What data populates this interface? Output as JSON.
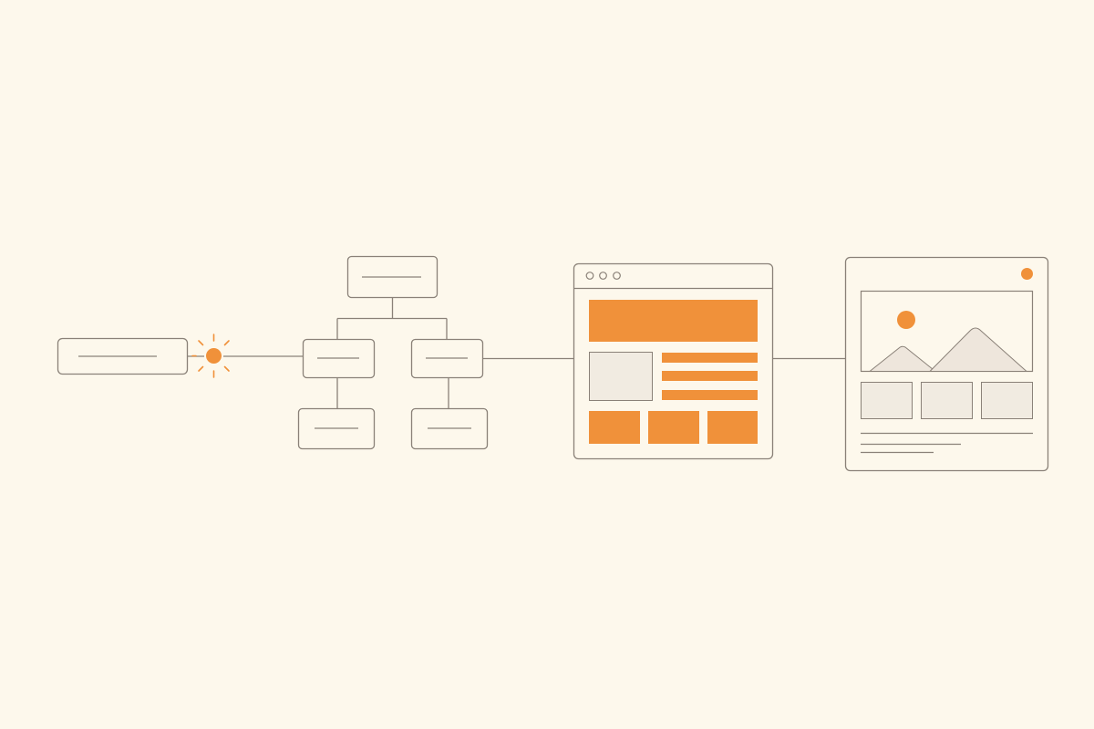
{
  "diagram": {
    "stages": [
      "input-box",
      "spark",
      "tree-diagram",
      "browser-wireframe",
      "image-page"
    ],
    "colors": {
      "background": "#fdf8ec",
      "stroke": "#8a8178",
      "accent": "#f0913a",
      "placeholder_fill": "#f1ebe1",
      "mountain_fill": "#eee6dc"
    },
    "icons": {
      "spark": "spark-icon",
      "browser": "browser-window-icon",
      "image": "image-placeholder-icon"
    }
  }
}
